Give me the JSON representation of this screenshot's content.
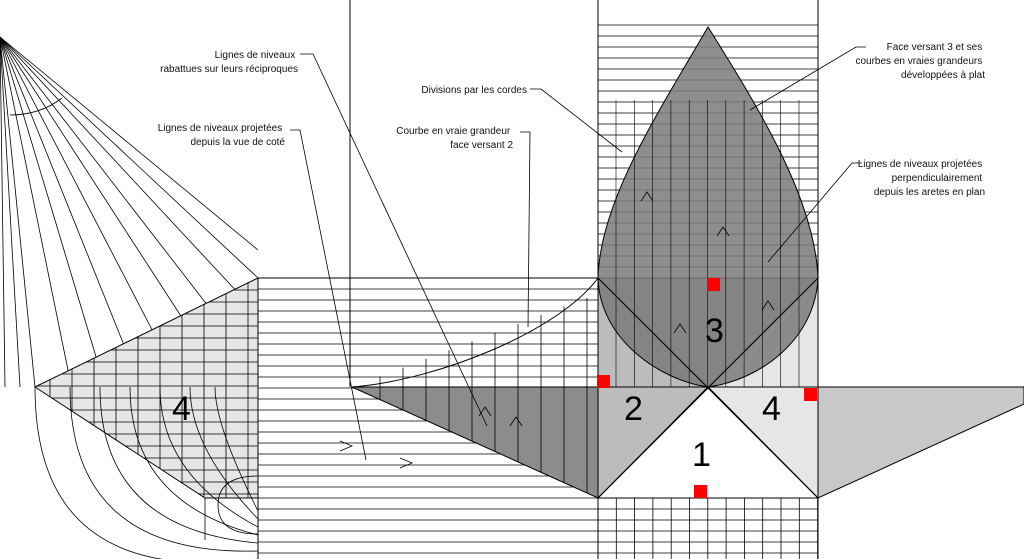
{
  "annotations": {
    "rabattues": [
      "Lignes de niveaux",
      "rabattues sur leurs réciproques"
    ],
    "projetees_cote": [
      "Lignes de niveaux projetées",
      "depuis la vue de coté"
    ],
    "divisions": [
      "Divisions par les cordes"
    ],
    "courbe": [
      "Courbe en vraie grandeur",
      "face versant 2"
    ],
    "face3": [
      "Face versant 3 et ses",
      "courbes en vraies grandeurs",
      "développées à plat"
    ],
    "projetees_perp": [
      "Lignes de niveaux projetées",
      "perpendiculairement",
      "depuis les aretes en plan"
    ]
  },
  "face_numbers": {
    "left_4": "4",
    "face_2": "2",
    "face_1": "1",
    "face_3": "3",
    "right_4": "4"
  },
  "colors": {
    "light_fill": "#e6e6e6",
    "mid_fill": "#bcbcbc",
    "dark_fill": "#8c8c8c",
    "right_fill": "#c8c8c8",
    "marker": "#ff0000"
  }
}
